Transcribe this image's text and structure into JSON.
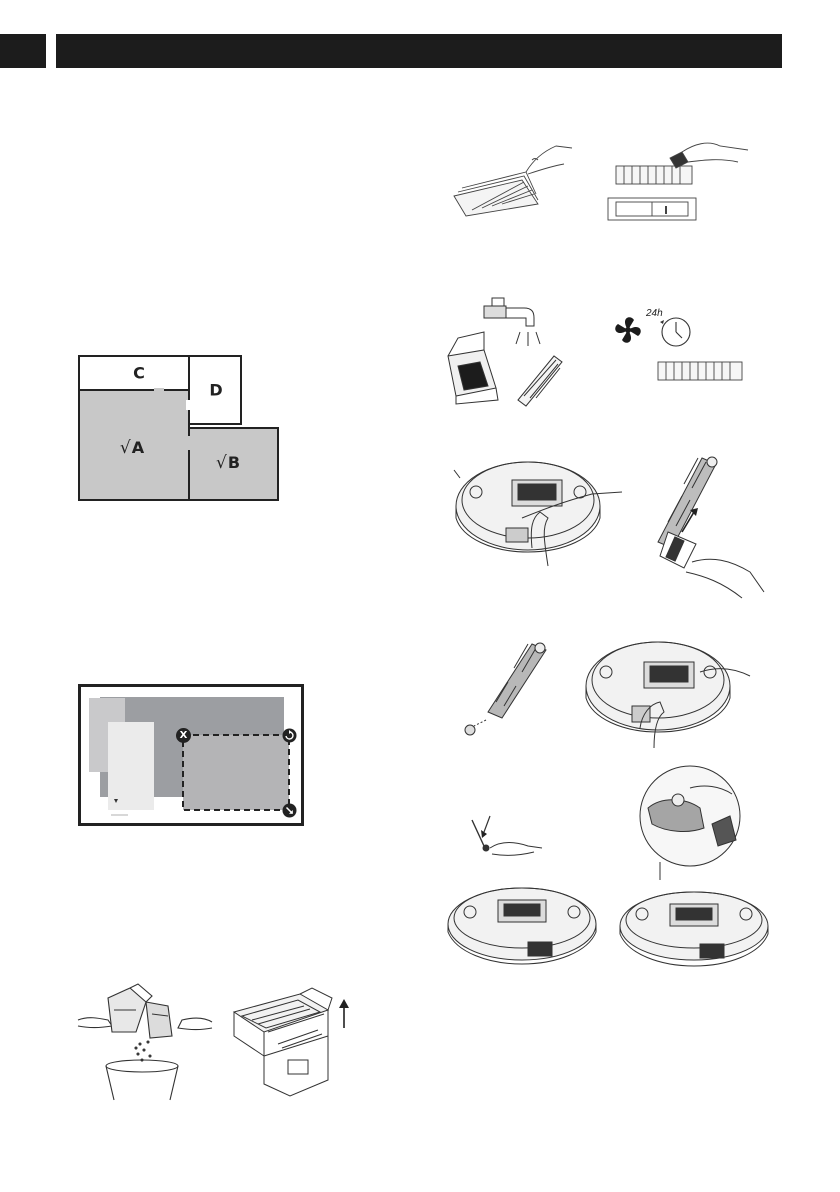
{
  "colors": {
    "header_bar": "#1c1c1c",
    "room_selected_fill": "#c8c8c8",
    "map_dark_fill": "#9c9ea2",
    "map_light_fill": "#c9c9cb",
    "zone_fill": "#b4b4b6"
  },
  "room_map": {
    "rooms": [
      {
        "label": "C",
        "selected": false,
        "check": ""
      },
      {
        "label": "D",
        "selected": false,
        "check": ""
      },
      {
        "label": "A",
        "selected": true,
        "check": "√"
      },
      {
        "label": "B",
        "selected": true,
        "check": "√"
      }
    ]
  },
  "zone_map": {
    "delete_icon_label": "X",
    "icons": [
      "close-icon",
      "rotate-icon",
      "resize-icon",
      "arrow-down-icon"
    ]
  },
  "timer": {
    "duration_label": "24h"
  },
  "illustrations": [
    "dustbin-emptying-illustration",
    "dustbin-lid-open-illustration",
    "filter-tapping-illustration",
    "filter-brushing-illustration",
    "filter-washing-illustration",
    "filter-drying-illustration",
    "main-brush-removal-illustration",
    "main-brush-cleaning-illustration",
    "main-brush-end-cap-illustration",
    "main-brush-reinstall-illustration",
    "side-brush-removal-illustration",
    "sensor-wiping-illustration"
  ]
}
